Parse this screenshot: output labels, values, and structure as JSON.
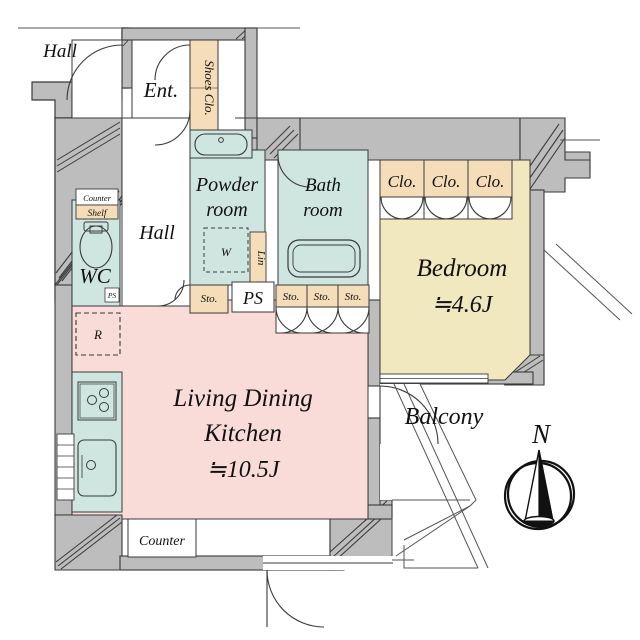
{
  "floorplan": {
    "title": "Apartment Floor Plan",
    "compass": {
      "label": "N",
      "name": "compass-rose"
    },
    "colors": {
      "wall": "#bdbdbd",
      "wall_stroke": "#3a3a3a",
      "living": "#f9dcd8",
      "bedroom": "#f1e8bf",
      "wet": "#cfe5e0",
      "closet": "#f5ddb9",
      "white": "#ffffff"
    },
    "rooms": [
      {
        "key": "hall_outer",
        "label": "Hall",
        "area": "",
        "fill": "white"
      },
      {
        "key": "entrance",
        "label": "Ent.",
        "area": "",
        "fill": "white"
      },
      {
        "key": "shoes_closet",
        "label": "Shoes Clo.",
        "area": "",
        "fill": "closet"
      },
      {
        "key": "hall_inner",
        "label": "Hall",
        "area": "",
        "fill": "white"
      },
      {
        "key": "wc",
        "label": "WC",
        "area": "",
        "fill": "wet"
      },
      {
        "key": "powder",
        "label": "Powder room",
        "area": "",
        "fill": "wet"
      },
      {
        "key": "bath",
        "label": "Bath room",
        "area": "",
        "fill": "wet"
      },
      {
        "key": "ldk",
        "label": "Living Dining Kitchen",
        "area": "≒10.5J",
        "fill": "living"
      },
      {
        "key": "bedroom",
        "label": "Bedroom",
        "area": "≒4.6J",
        "fill": "bedroom"
      },
      {
        "key": "balcony",
        "label": "Balcony",
        "area": "",
        "fill": "white"
      }
    ],
    "labels": {
      "hall_top": "Hall",
      "hall_mid": "Hall",
      "entrance": "Ent.",
      "shoes_closet": "Shoes Clo.",
      "wc": "WC",
      "wc_counter": "Counter",
      "wc_shelf": "Shelf",
      "powder_room_line1": "Powder",
      "powder_room_line2": "room",
      "bath_room_line1": "Bath",
      "bath_room_line2": "room",
      "washer": "W",
      "linen": "Lin",
      "ps_small": "PS",
      "ps_big": "PS",
      "storage_left": "Sto.",
      "storage_1": "Sto.",
      "storage_2": "Sto.",
      "storage_3": "Sto.",
      "closet_1": "Clo.",
      "closet_2": "Clo.",
      "closet_3": "Clo.",
      "bedroom_name": "Bedroom",
      "bedroom_area": "≒4.6J",
      "ldk_line1": "Living Dining",
      "ldk_line2": "Kitchen",
      "ldk_area": "≒10.5J",
      "refrigerator": "R",
      "balcony": "Balcony",
      "kitchen_counter": "Counter",
      "compass_north": "N"
    },
    "fixtures": [
      {
        "name": "toilet",
        "room": "wc"
      },
      {
        "name": "vanity-sink",
        "room": "powder"
      },
      {
        "name": "bathtub",
        "room": "bath"
      },
      {
        "name": "washing-machine",
        "room": "powder"
      },
      {
        "name": "refrigerator",
        "room": "ldk"
      },
      {
        "name": "gas-stove",
        "room": "ldk"
      },
      {
        "name": "kitchen-sink",
        "room": "ldk"
      }
    ]
  }
}
